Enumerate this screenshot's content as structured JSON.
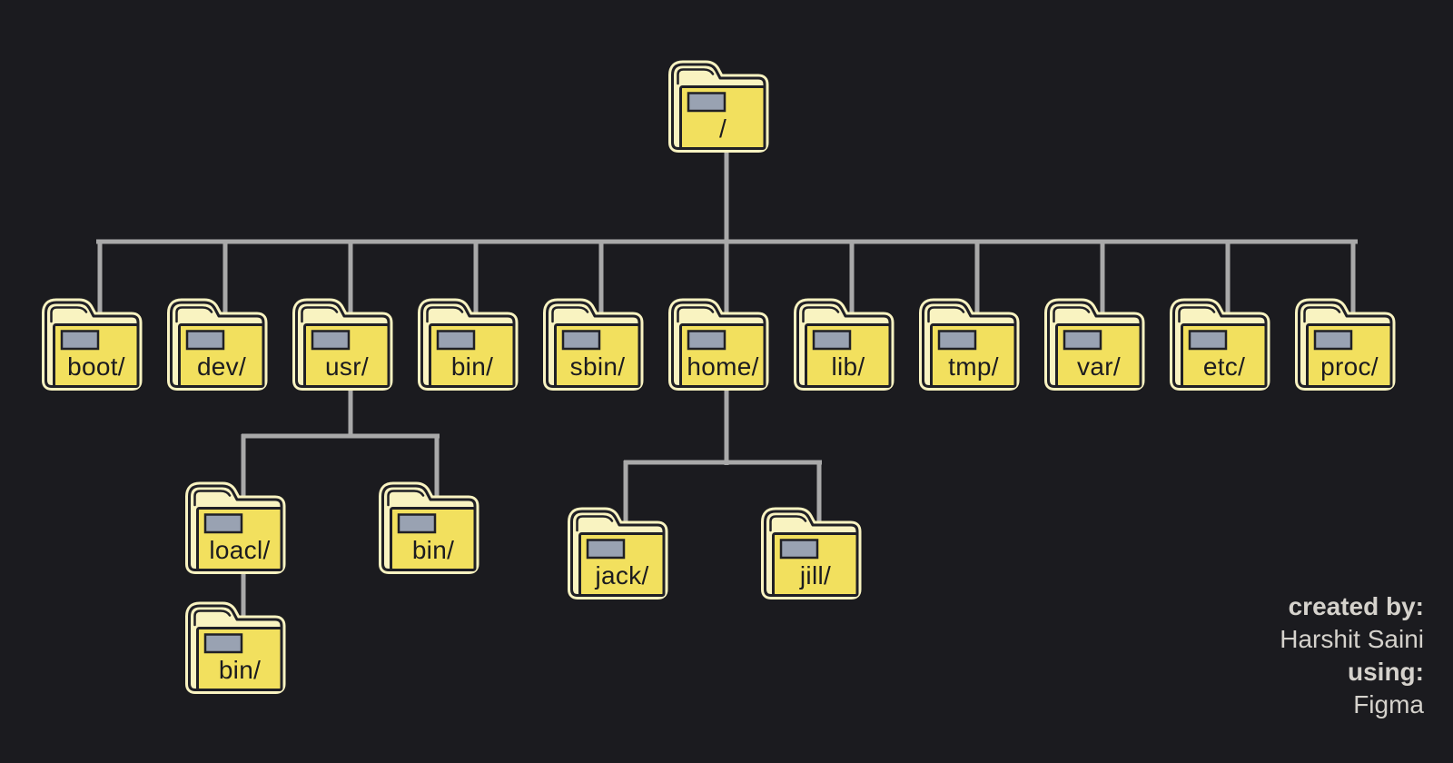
{
  "colors": {
    "bg": "#1b1b1f",
    "folder_body": "#f2e05e",
    "folder_back": "#f9f3c1",
    "label_plate": "#99a2b2",
    "outline": "#202026",
    "connector": "#a9a9a9",
    "label_text": "#1b1b20",
    "credit_text": "#d5d2cc"
  },
  "folders": {
    "root": {
      "label": "/"
    },
    "boot": {
      "label": "boot/"
    },
    "dev": {
      "label": "dev/"
    },
    "usr": {
      "label": "usr/"
    },
    "bin": {
      "label": "bin/"
    },
    "sbin": {
      "label": "sbin/"
    },
    "home": {
      "label": "home/"
    },
    "lib": {
      "label": "lib/"
    },
    "tmp": {
      "label": "tmp/"
    },
    "var": {
      "label": "var/"
    },
    "etc": {
      "label": "etc/"
    },
    "proc": {
      "label": "proc/"
    },
    "usr_loacl": {
      "label": "loacl/"
    },
    "usr_bin": {
      "label": "bin/"
    },
    "usr_loacl_bin": {
      "label": "bin/"
    },
    "home_jack": {
      "label": "jack/"
    },
    "home_jill": {
      "label": "jill/"
    }
  },
  "hierarchy": {
    "/": [
      "boot/",
      "dev/",
      "usr/",
      "bin/",
      "sbin/",
      "home/",
      "lib/",
      "tmp/",
      "var/",
      "etc/",
      "proc/"
    ],
    "usr/": [
      "loacl/",
      "bin/"
    ],
    "loacl/": [
      "bin/"
    ],
    "home/": [
      "jack/",
      "jill/"
    ]
  },
  "credits": {
    "created_by_label": "created by:",
    "created_by_name": "Harshit Saini",
    "using_label": "using:",
    "using_tool": "Figma"
  }
}
